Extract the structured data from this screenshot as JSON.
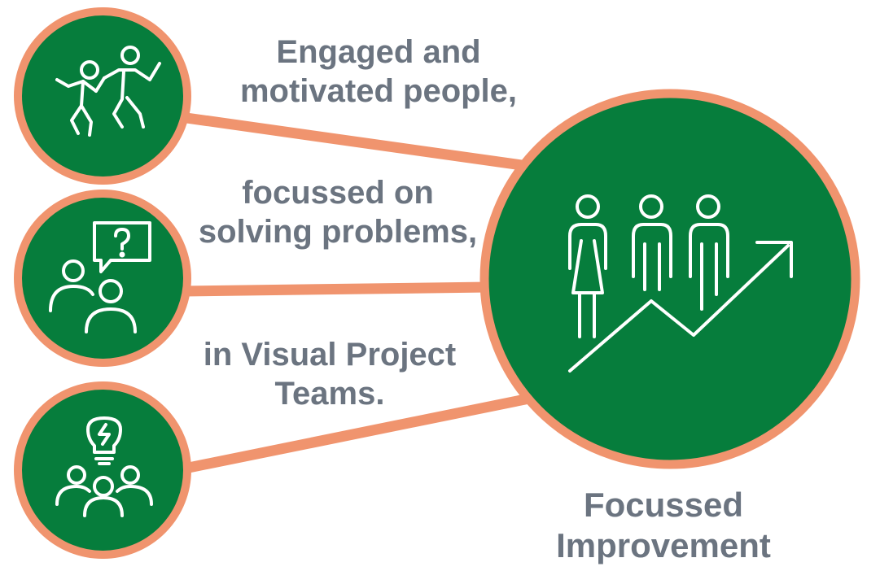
{
  "colors": {
    "green": "#067d3c",
    "ring": "#f0946e",
    "text": "#6b7480",
    "icon": "#ffffff"
  },
  "nodes": [
    {
      "id": "engaged",
      "icon": "dancing-people-icon",
      "lines": [
        "Engaged and",
        "motivated people,"
      ]
    },
    {
      "id": "problems",
      "icon": "people-question-icon",
      "lines": [
        "focussed on",
        "solving problems,"
      ]
    },
    {
      "id": "teams",
      "icon": "team-lightbulb-icon",
      "lines": [
        "in Visual Project",
        "Teams."
      ]
    }
  ],
  "hub": {
    "icon": "people-growth-arrow-icon",
    "lines": [
      "Focussed",
      "Improvement"
    ]
  }
}
